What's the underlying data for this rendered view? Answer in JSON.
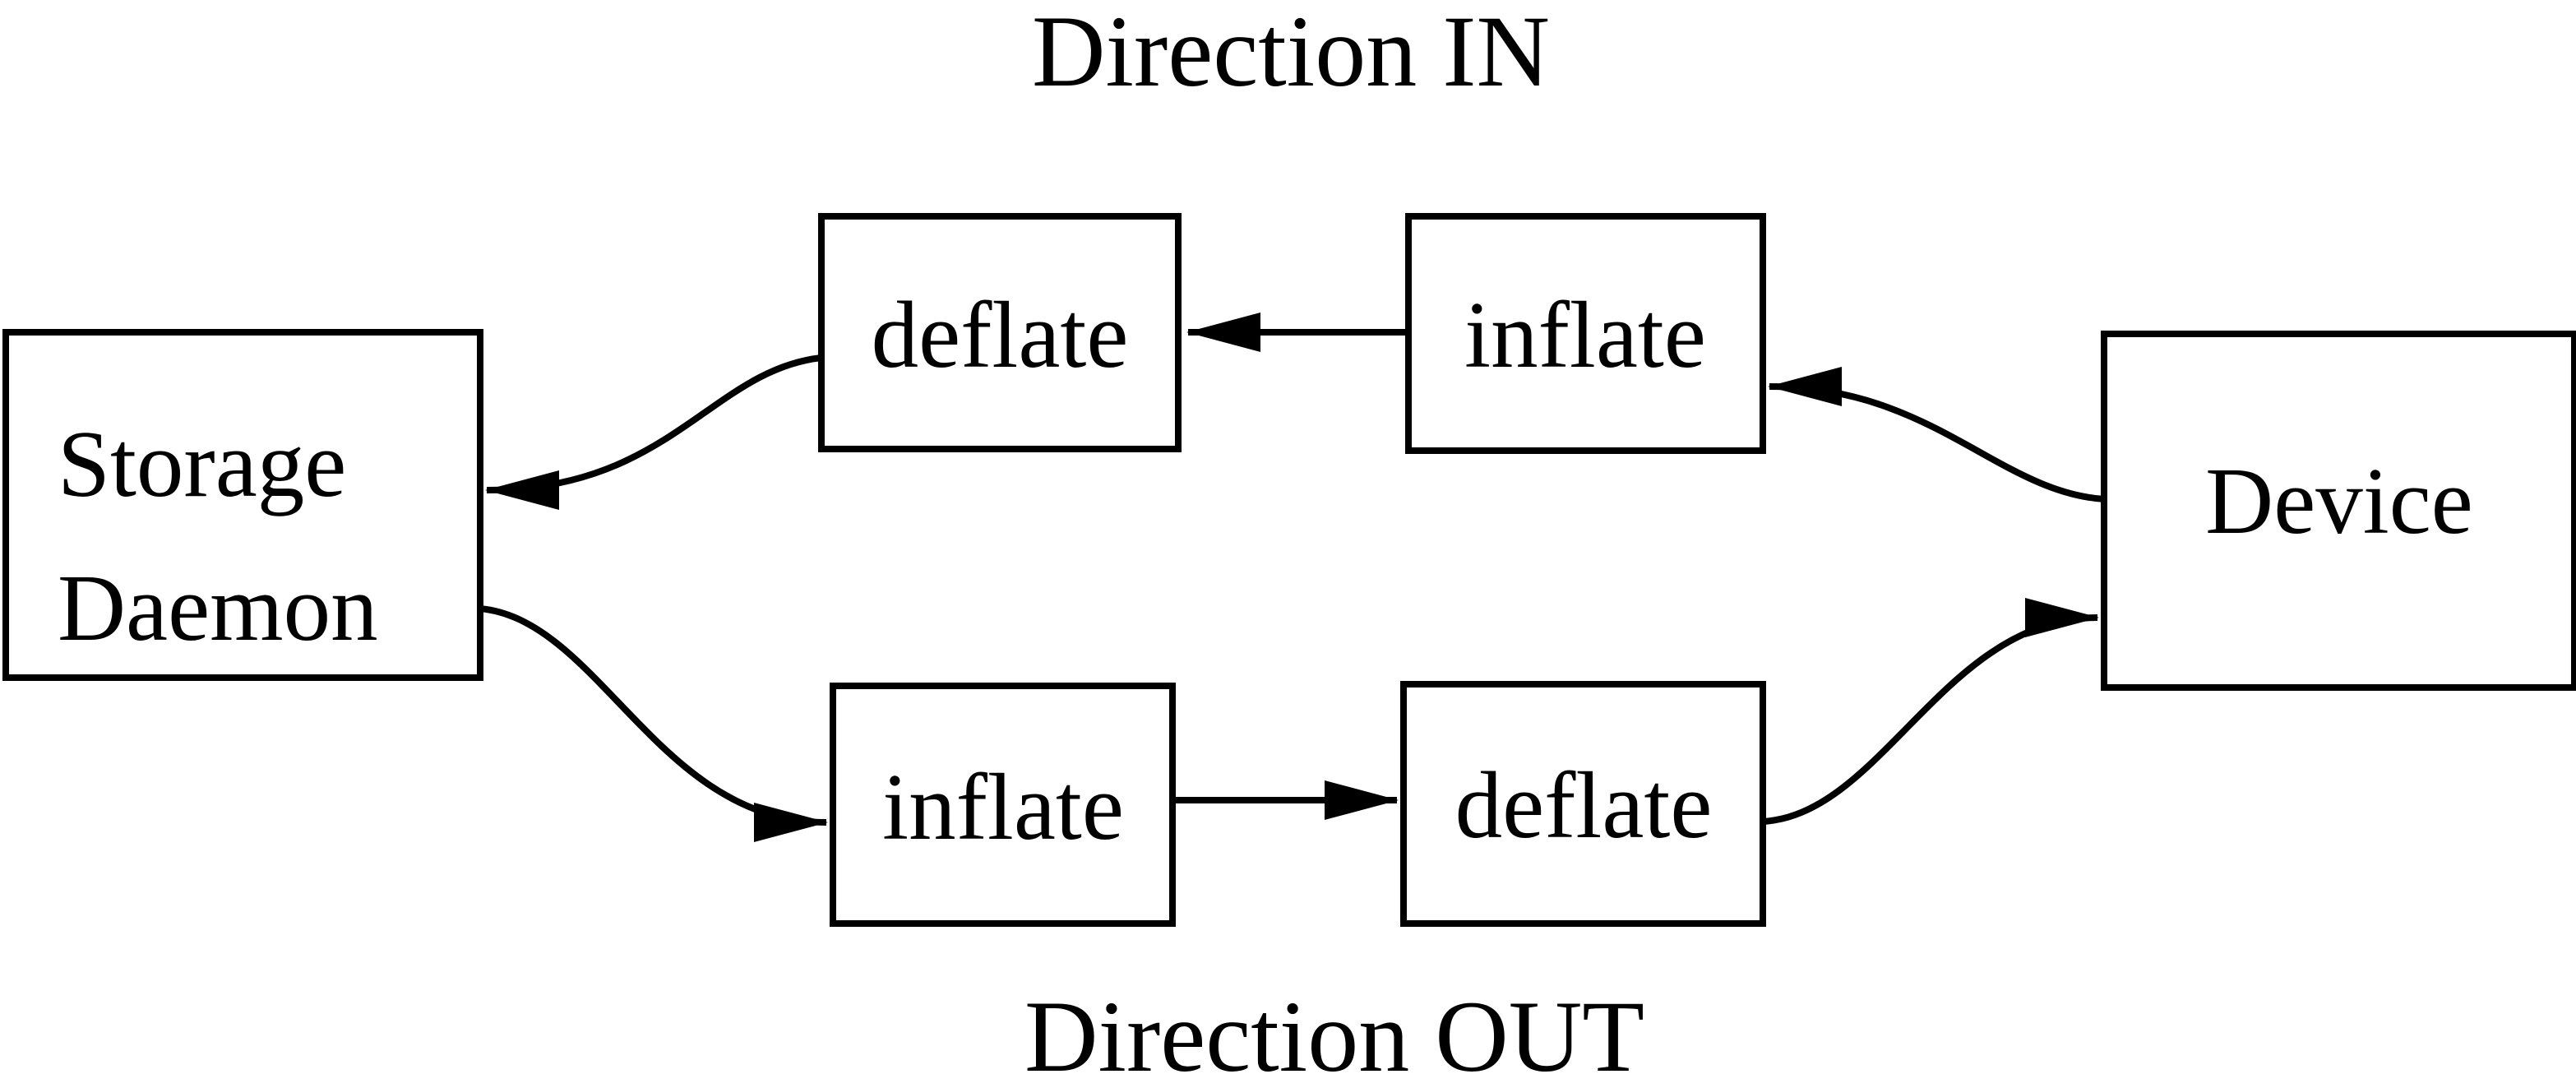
{
  "diagram": {
    "titles": {
      "in": "Direction IN",
      "out": "Direction OUT"
    },
    "nodes": {
      "storage_daemon": {
        "line1": "Storage",
        "line2": "Daemon"
      },
      "deflate_in": {
        "label": "deflate"
      },
      "inflate_in": {
        "label": "inflate"
      },
      "inflate_out": {
        "label": "inflate"
      },
      "deflate_out": {
        "label": "deflate"
      },
      "device": {
        "label": "Device"
      }
    },
    "edges": [
      {
        "name": "device-to-inflate-in",
        "from": "Device",
        "to": "inflate (IN)",
        "arrow": "left"
      },
      {
        "name": "inflate-in-to-deflate-in",
        "from": "inflate (IN)",
        "to": "deflate (IN)",
        "arrow": "left"
      },
      {
        "name": "deflate-in-to-storage-daemon",
        "from": "deflate (IN)",
        "to": "Storage Daemon",
        "arrow": "left"
      },
      {
        "name": "storage-daemon-to-inflate-out",
        "from": "Storage Daemon",
        "to": "inflate (OUT)",
        "arrow": "right"
      },
      {
        "name": "inflate-out-to-deflate-out",
        "from": "inflate (OUT)",
        "to": "deflate (OUT)",
        "arrow": "right"
      },
      {
        "name": "deflate-out-to-device",
        "from": "deflate (OUT)",
        "to": "Device",
        "arrow": "right"
      }
    ],
    "colors": {
      "foreground": "#000000",
      "background": "#ffffff"
    }
  }
}
